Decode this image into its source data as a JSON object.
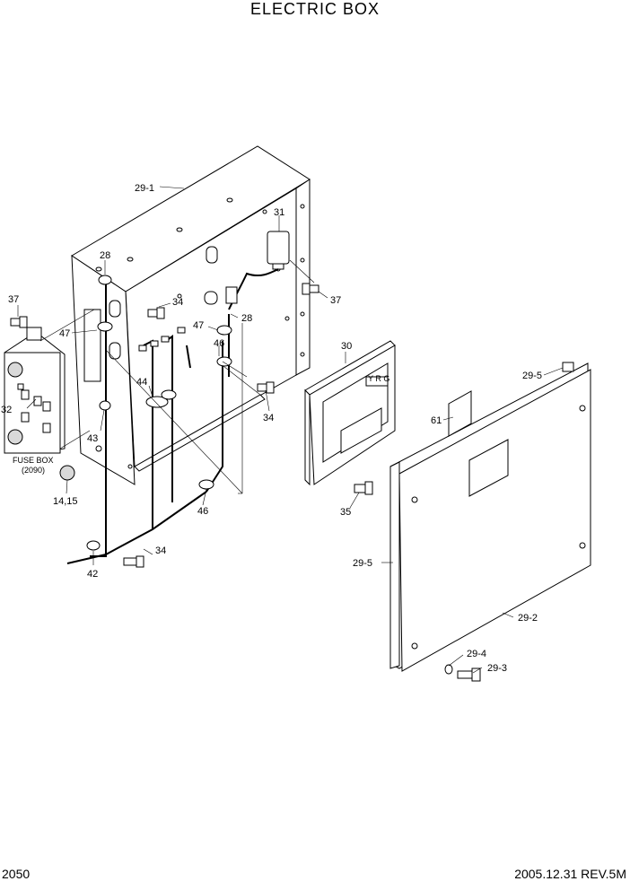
{
  "title": "ELECTRIC BOX",
  "footer": {
    "page": "2050",
    "revision": "2005.12.31 REV.5M"
  },
  "labels": {
    "l29_1": "29-1",
    "l31": "31",
    "l28a": "28",
    "l37a": "37",
    "l37b": "37",
    "l34a": "34",
    "l47a": "47",
    "l47b": "47",
    "l28b": "28",
    "l46a": "46",
    "l30": "30",
    "l29_5a": "29-5",
    "l32": "32",
    "l44": "44",
    "l34b": "34",
    "l61": "61",
    "l43": "43",
    "fuse_box": "FUSE BOX",
    "fuse_box_ref": "(2090)",
    "l14_15": "14,15",
    "l46b": "46",
    "l35": "35",
    "l34c": "34",
    "l29_5b": "29-5",
    "l42": "42",
    "l29_2": "29-2",
    "l29_4": "29-4",
    "l29_3": "29-3",
    "plate_text": "Y R G"
  }
}
